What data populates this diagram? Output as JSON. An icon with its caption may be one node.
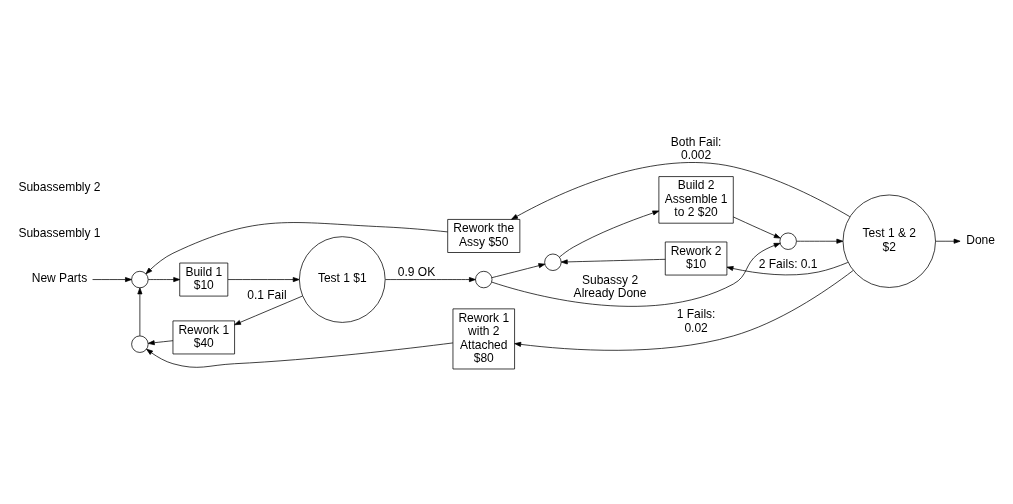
{
  "diagram": {
    "nodes": [
      {
        "text": [
          "Rework the Assy $50"
        ]
      },
      {
        "text": [
          "New Parts"
        ]
      },
      {
        "text": [],
        "shape": "circle"
      },
      {
        "text": [
          "Build 1 $10"
        ]
      },
      {
        "text": [
          "Test 1 $1"
        ]
      },
      {
        "text": [],
        "shape": "circle"
      },
      {
        "text": [],
        "shape": "circle"
      },
      {
        "text": [
          "Build 2 Assemble 1 to 2 $20"
        ]
      },
      {
        "text": [],
        "shape": "circle"
      },
      {
        "text": [
          "Test 1 & 2 $2"
        ]
      },
      {
        "text": [
          "Done"
        ]
      },
      {
        "text": [],
        "shape": "circle"
      },
      {
        "text": [
          "Rework 1 $40"
        ]
      },
      {
        "text": [
          "Rework 2 $10"
        ]
      },
      {
        "text": [
          "Rework 1 with 2 Attached $80"
        ]
      }
    ],
    "edges": [
      {
        "from": 1,
        "to": 2,
        "arrow": "to"
      },
      {
        "from": 2,
        "to": 3,
        "arrow": "to"
      },
      {
        "from": 3,
        "to": 4,
        "arrow": "to"
      },
      {
        "from": 4,
        "to": 5,
        "label": "0.9 OK",
        "arrow": "to"
      },
      {
        "from": 5,
        "to": 6,
        "arrow": "to"
      },
      {
        "from": 6,
        "to": 7,
        "arrow": "to"
      },
      {
        "from": 7,
        "to": 8,
        "arrow": "to"
      },
      {
        "from": 5,
        "to": 8,
        "label": "Subassy 2 Already Done",
        "arrow": "to"
      },
      {
        "from": 8,
        "to": 9,
        "arrow": "to"
      },
      {
        "from": 9,
        "to": 10,
        "arrow": "to"
      },
      {
        "from": 9,
        "to": 0,
        "label": "Both Fail: 0.002",
        "arrow": "to"
      },
      {
        "from": 0,
        "to": 2,
        "arrow": "to"
      },
      {
        "from": 4,
        "to": 12,
        "label": "0.1 Fail",
        "arrow": "to"
      },
      {
        "from": 12,
        "to": 11,
        "arrow": "to"
      },
      {
        "from": 11,
        "to": 2,
        "arrow": "to"
      },
      {
        "from": 9,
        "to": 13,
        "label": "2 Fails: 0.1",
        "arrow": "to"
      },
      {
        "from": 13,
        "to": 6,
        "arrow": "to"
      },
      {
        "from": 9,
        "to": 14,
        "label": "1 Fails: 0.02",
        "arrow": "to"
      },
      {
        "from": 14,
        "to": 11,
        "arrow": "to"
      }
    ],
    "labels": [
      "Subassembly 1",
      "Subassembly 2"
    ]
  }
}
